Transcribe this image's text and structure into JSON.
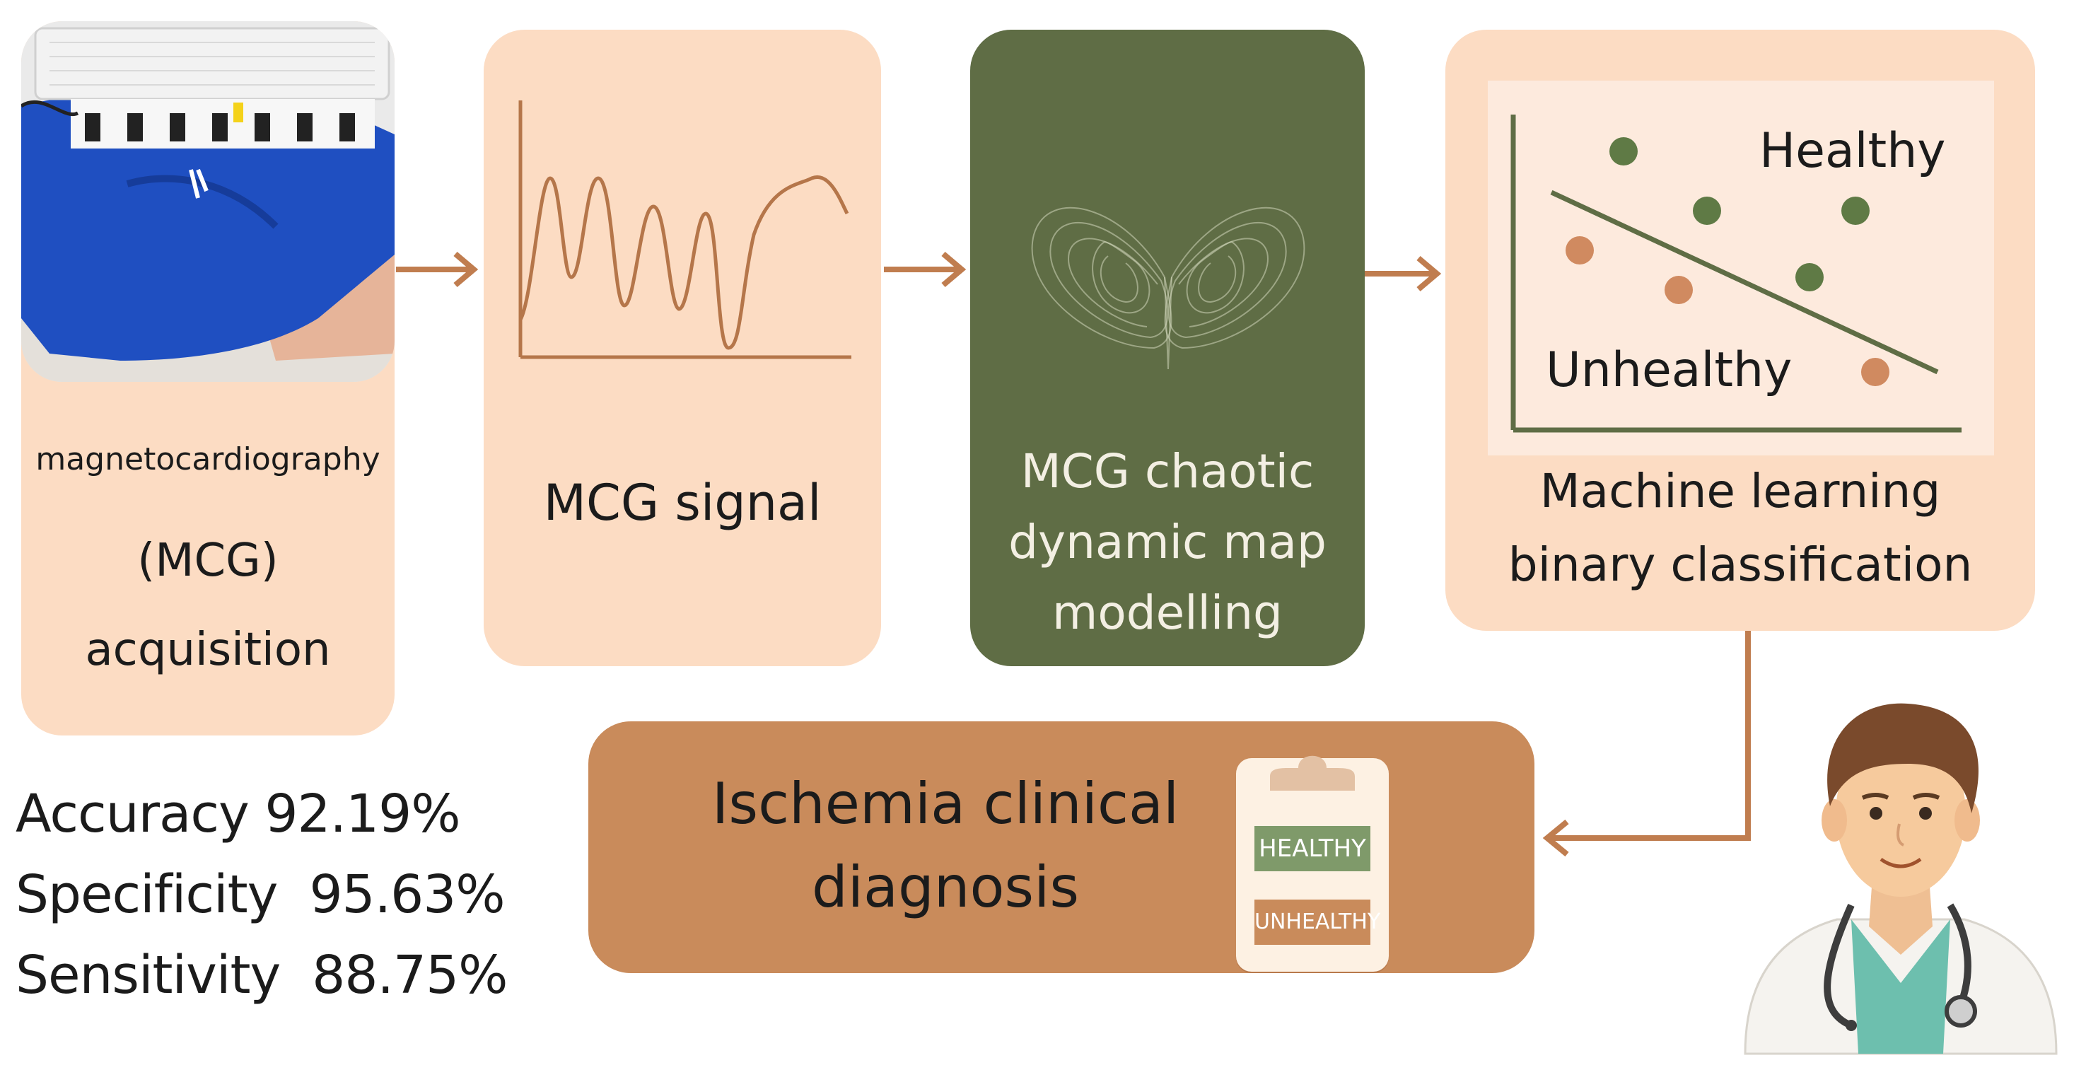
{
  "steps": {
    "acquisition": {
      "line1": "magnetocardiography",
      "line2": "(MCG)",
      "line3": "acquisition"
    },
    "signal": {
      "label": "MCG signal"
    },
    "chaos": {
      "line1": "MCG chaotic",
      "line2": "dynamic map",
      "line3": "modelling"
    },
    "ml": {
      "line1": "Machine learning",
      "line2": "binary classification",
      "class_top": "Healthy",
      "class_bottom": "Unhealthy"
    },
    "diagnosis": {
      "line1": "Ischemia clinical",
      "line2": "diagnosis",
      "tag_top": "HEALTHY",
      "tag_bottom": "UNHEALTHY"
    }
  },
  "metrics": [
    {
      "name": "Accuracy",
      "value": "92.19%"
    },
    {
      "name": "Specificity",
      "value": "95.63%"
    },
    {
      "name": "Sensitivity",
      "value": "88.75%"
    }
  ],
  "colors": {
    "peach": "#fcdcc3",
    "green": "#5f6d45",
    "brown": "#c98b5b",
    "arrow": "#c07d4f",
    "healthy_dot": "#5f7a45",
    "unhealthy_dot": "#d08a60"
  },
  "icons": [
    "device-photo",
    "signal-plot-icon",
    "butterfly-attractor-icon",
    "scatter-plot-icon",
    "clipboard-icon",
    "doctor-icon"
  ]
}
